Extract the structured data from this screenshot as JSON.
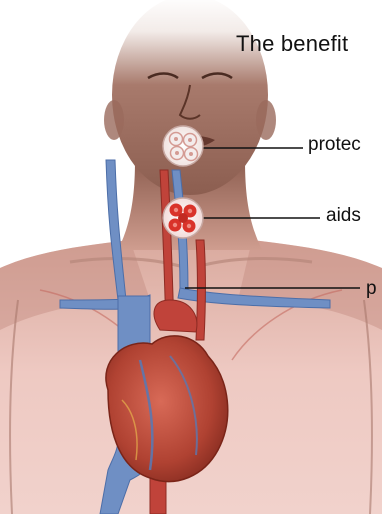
{
  "title": "The benefit",
  "callouts": [
    {
      "label": "protec",
      "icon": "white-blood-cells-icon"
    },
    {
      "label": "aids",
      "icon": "red-blood-cells-icon"
    },
    {
      "label": "p",
      "icon": ""
    }
  ],
  "colors": {
    "skin": "#c9988a",
    "skin_light": "#e6c4ba",
    "vein_blue": "#6f8fc4",
    "artery_red": "#c0433a",
    "heart_red": "#b84434",
    "text": "#111111"
  }
}
